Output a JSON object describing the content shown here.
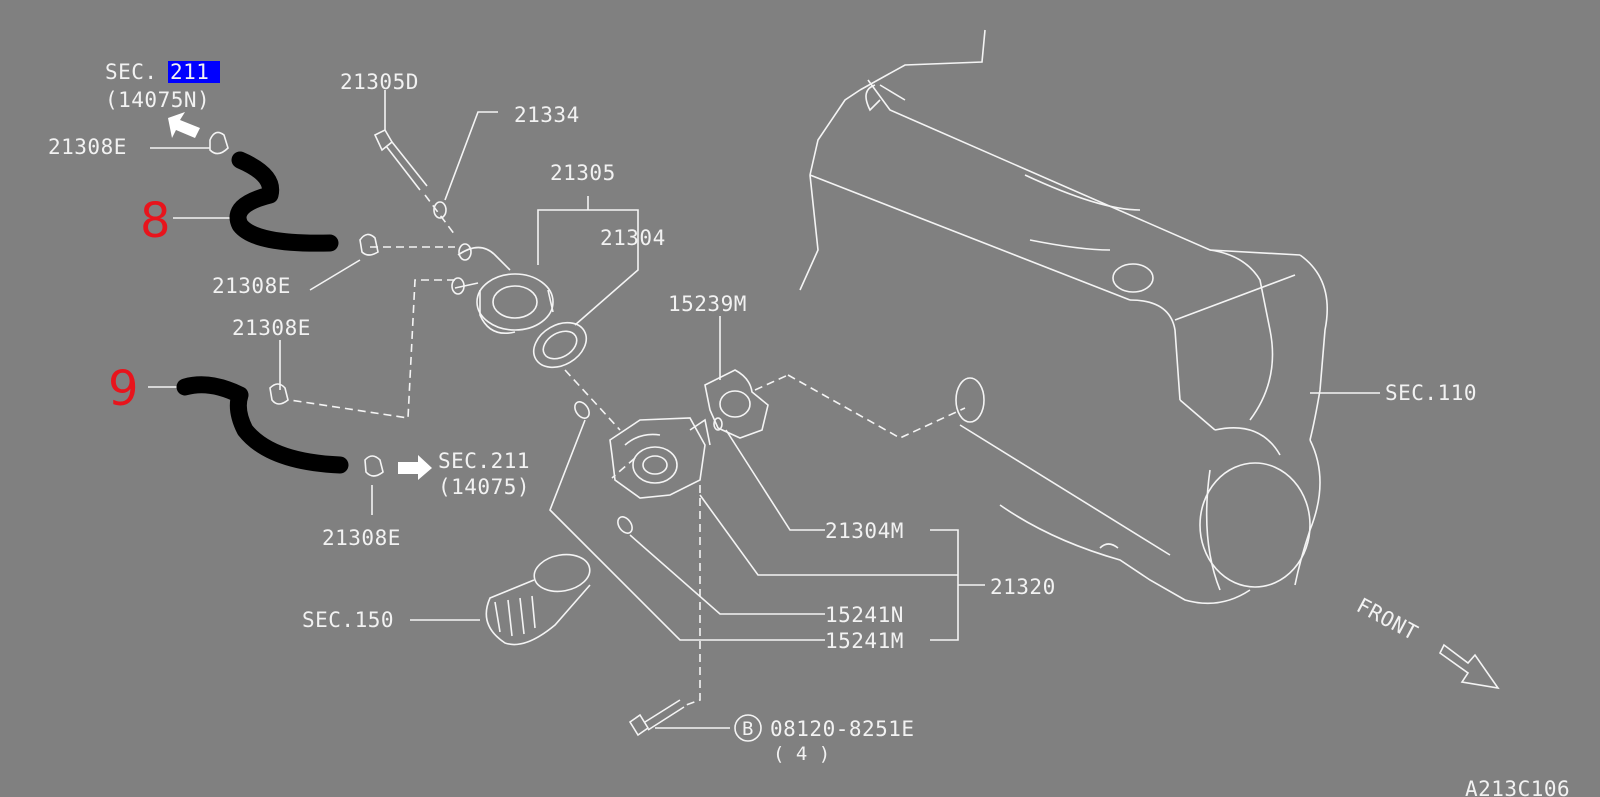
{
  "sec_211_top": {
    "prefix": "SEC.",
    "number": "211",
    "sub": "(14075N)"
  },
  "labels": {
    "p21305D": "21305D",
    "p21334": "21334",
    "p21305": "21305",
    "p21304": "21304",
    "p21308E_1": "21308E",
    "p21308E_2": "21308E",
    "p21308E_3": "21308E",
    "p21308E_4": "21308E",
    "p15239M": "15239M",
    "sec110": "SEC.110",
    "sec211_mid": "SEC.211",
    "sec211_mid_sub": "(14075)",
    "p21304M": "21304M",
    "p21320": "21320",
    "p15241N": "15241N",
    "p15241M": "15241M",
    "sec150": "SEC.150",
    "bolt_circle": "B",
    "bolt_part": "08120-8251E",
    "bolt_qty": "( 4 )",
    "front": "FRONT",
    "drawing_id": "A213C106"
  },
  "callouts": {
    "hose_8": "8",
    "hose_9": "9"
  },
  "colors": {
    "background": "#808080",
    "lines": "#f4f4f4",
    "callout": "#e8141c",
    "highlight": "#0000ff",
    "hose": "#000000"
  }
}
